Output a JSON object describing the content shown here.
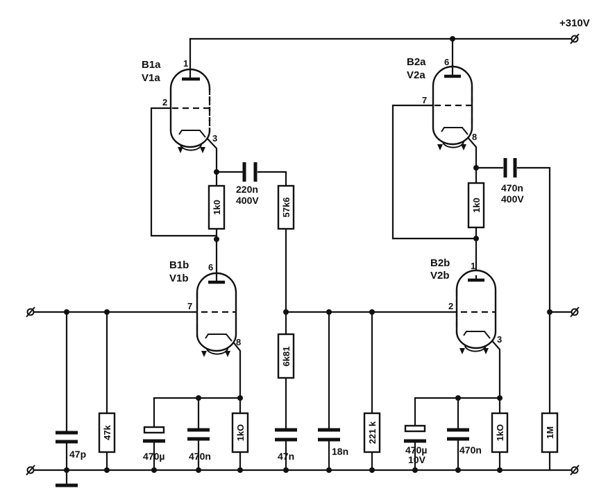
{
  "supply": {
    "label": "+310V"
  },
  "tubes": [
    {
      "name": "B1a",
      "type": "V1a",
      "pins": [
        "1",
        "2",
        "3"
      ]
    },
    {
      "name": "B1b",
      "type": "V1b",
      "pins": [
        "6",
        "7",
        "8"
      ]
    },
    {
      "name": "B2a",
      "type": "V2a",
      "pins": [
        "6",
        "7",
        "8"
      ]
    },
    {
      "name": "B2b",
      "type": "V2b",
      "pins": [
        "1",
        "2",
        "3"
      ]
    }
  ],
  "resistors": [
    {
      "id": "r_b1a_k",
      "value": "1k0"
    },
    {
      "id": "r_mid",
      "value": "57k6"
    },
    {
      "id": "r_mid2",
      "value": "6k81"
    },
    {
      "id": "r_b2a_k",
      "value": "1k0"
    },
    {
      "id": "r_in",
      "value": "47k"
    },
    {
      "id": "r_b1b_k",
      "value": "1kO"
    },
    {
      "id": "r_221",
      "value": "221 k"
    },
    {
      "id": "r_b2b_k",
      "value": "1kO"
    },
    {
      "id": "r_out",
      "value": "1M"
    }
  ],
  "capacitors": [
    {
      "id": "c1",
      "value": "220n",
      "rating": "400V"
    },
    {
      "id": "c2",
      "value": "470n",
      "rating": "400V"
    },
    {
      "id": "c_in",
      "value": "47p"
    },
    {
      "id": "c_e1",
      "value": "470µ"
    },
    {
      "id": "c_b1",
      "value": "470n"
    },
    {
      "id": "c_47n",
      "value": "47n"
    },
    {
      "id": "c_18n",
      "value": "18n"
    },
    {
      "id": "c_e2",
      "value": "470µ",
      "rating": "10V"
    },
    {
      "id": "c_b2",
      "value": "470n"
    }
  ]
}
